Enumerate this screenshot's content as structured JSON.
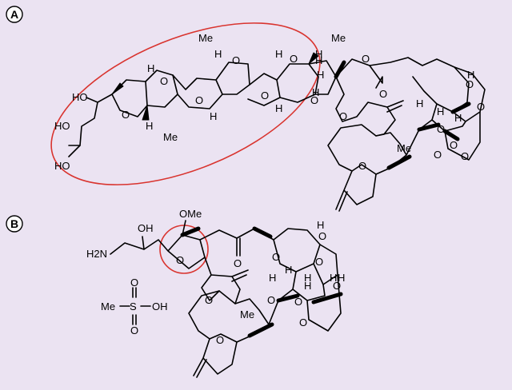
{
  "panels": [
    {
      "label": "A",
      "atoms": [
        "Me",
        "Me",
        "Me",
        "O",
        "O",
        "O",
        "O",
        "O",
        "O",
        "O",
        "O",
        "O",
        "O",
        "O",
        "O",
        "O",
        "O",
        "O",
        "O",
        "O",
        "H",
        "H",
        "H",
        "H",
        "H",
        "H",
        "H",
        "H",
        "H",
        "H",
        "H",
        "H",
        "H",
        "H",
        "HO",
        "HO",
        "HO",
        "Me"
      ],
      "highlight": "ellipse"
    },
    {
      "label": "B",
      "atoms": [
        "OMe",
        "OH",
        "H2N",
        "O",
        "O",
        "O",
        "O",
        "O",
        "O",
        "O",
        "O",
        "O",
        "O",
        "O",
        "H",
        "H",
        "H",
        "H",
        "H",
        "H",
        "H",
        "Me"
      ],
      "reagent": {
        "me": "Me",
        "s": "S",
        "oh": "OH",
        "o_top": "O",
        "o_bot": "O"
      },
      "highlight": "circle"
    }
  ],
  "colors": {
    "background": "#ebe3f2",
    "highlight": "#d9342f",
    "ink": "#000000"
  }
}
